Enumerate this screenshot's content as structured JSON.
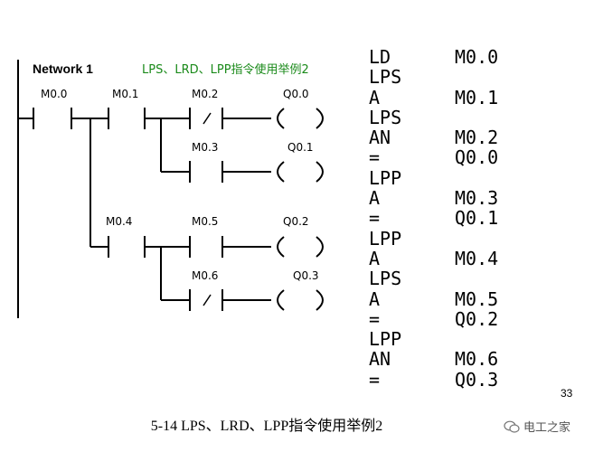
{
  "network": {
    "label": "Network 1",
    "title": "LPS、LRD、LPP指令使用举例2"
  },
  "contacts": {
    "m00": "M0.0",
    "m01": "M0.1",
    "m02": "M0.2",
    "m03": "M0.3",
    "m04": "M0.4",
    "m05": "M0.5",
    "m06": "M0.6"
  },
  "coils": {
    "q00": "Q0.0",
    "q01": "Q0.1",
    "q02": "Q0.2",
    "q03": "Q0.3"
  },
  "stl": [
    {
      "op": "LD",
      "arg": "M0.0"
    },
    {
      "op": "LPS",
      "arg": ""
    },
    {
      "op": "A",
      "arg": "M0.1"
    },
    {
      "op": "LPS",
      "arg": ""
    },
    {
      "op": "AN",
      "arg": "M0.2"
    },
    {
      "op": "=",
      "arg": "Q0.0"
    },
    {
      "op": "LPP",
      "arg": ""
    },
    {
      "op": "A",
      "arg": "M0.3"
    },
    {
      "op": "=",
      "arg": "Q0.1"
    },
    {
      "op": "LPP",
      "arg": ""
    },
    {
      "op": "A",
      "arg": "M0.4"
    },
    {
      "op": "LPS",
      "arg": ""
    },
    {
      "op": "A",
      "arg": "M0.5"
    },
    {
      "op": "=",
      "arg": "Q0.2"
    },
    {
      "op": "LPP",
      "arg": ""
    },
    {
      "op": "AN",
      "arg": "M0.6"
    },
    {
      "op": "=",
      "arg": "Q0.3"
    }
  ],
  "page_number": "33",
  "caption": "5-14 LPS、LRD、LPP指令使用举例2",
  "brand": "电工之家"
}
